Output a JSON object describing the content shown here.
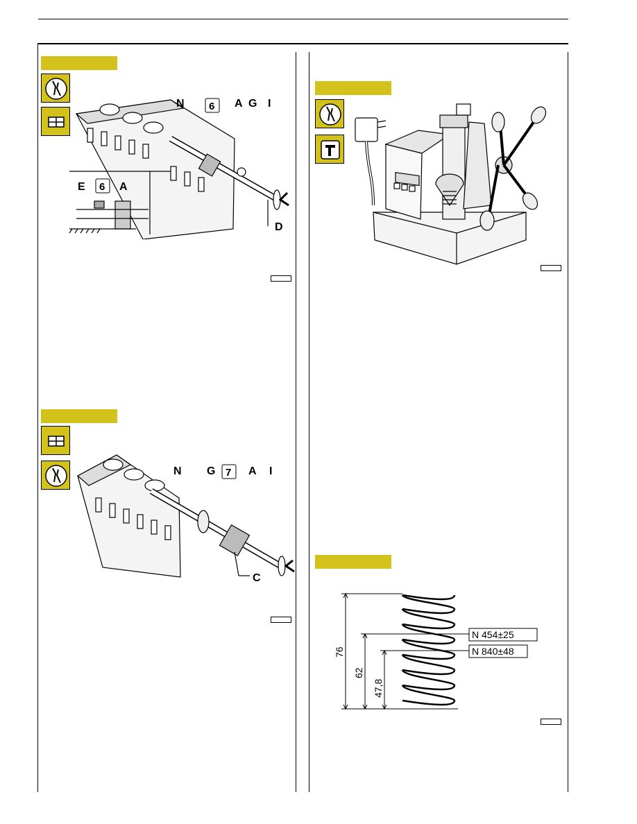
{
  "figures": {
    "fig1": {
      "labels": {
        "N": "N",
        "A": "A",
        "G": "G",
        "I": "I",
        "num": "6",
        "E": "E",
        "A2": "A",
        "D": "D",
        "num2": "6"
      },
      "icons": [
        "tool-wrench-icon",
        "component-grid-icon"
      ]
    },
    "fig2": {
      "labels": {
        "N": "N",
        "G": "G",
        "num": "7",
        "A": "A",
        "I": "I",
        "C": "C"
      },
      "icons": [
        "component-grid-icon",
        "tool-wrench-icon"
      ]
    },
    "fig3": {
      "icons": [
        "tool-wrench-icon",
        "measuring-caliper-icon"
      ]
    },
    "fig4": {
      "dimensions": {
        "free_length": "76",
        "length_1": "62",
        "length_2": "47,8"
      },
      "loads": {
        "load_1": "N  454±25",
        "load_2": "N  840±48"
      }
    }
  },
  "colors": {
    "accent": "#d4c21c",
    "ink": "#000000"
  }
}
